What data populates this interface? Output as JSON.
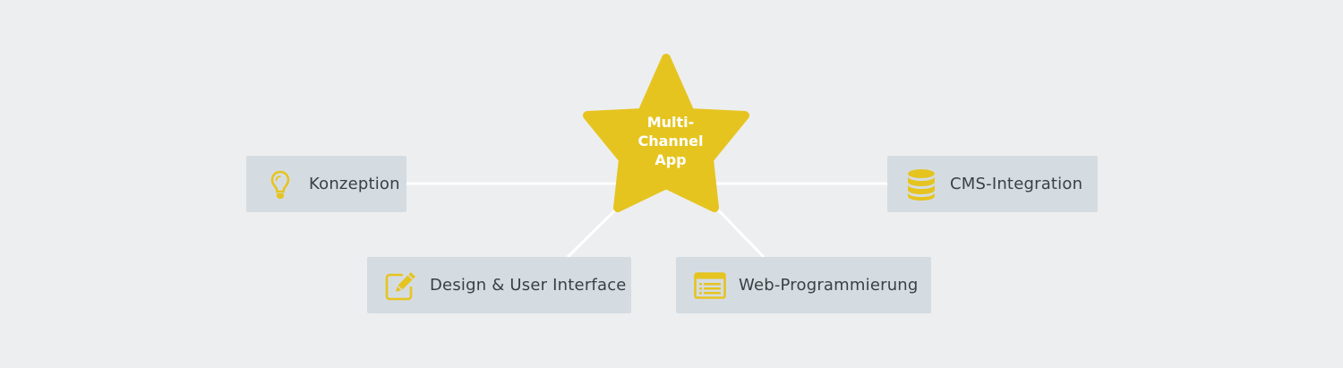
{
  "center": {
    "lines": [
      "Multi-",
      "Channel",
      "App"
    ],
    "color": "#e6c41f"
  },
  "nodes": {
    "konzeption": {
      "label": "Konzeption",
      "icon": "lightbulb-icon"
    },
    "design": {
      "label": "Design & User Interface",
      "icon": "edit-icon"
    },
    "web": {
      "label": "Web-Programmierung",
      "icon": "browser-list-icon"
    },
    "cms": {
      "label": "CMS-Integration",
      "icon": "database-icon"
    }
  },
  "colors": {
    "background": "#edeeef",
    "node_background": "#d5dce1",
    "icon": "#e6c41f",
    "text": "#3a3f42",
    "connector": "#ffffff"
  }
}
